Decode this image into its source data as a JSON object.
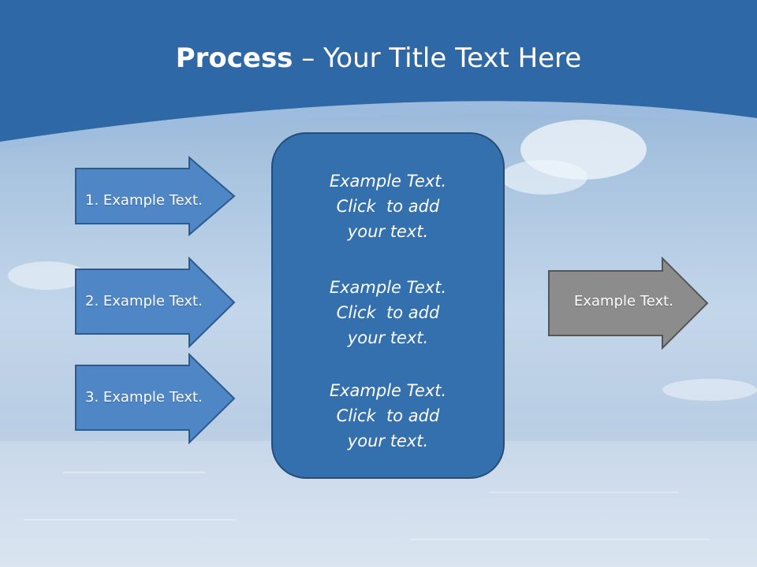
{
  "slide": {
    "title_bold": "Process",
    "title_rest": " – Your Title Text Here",
    "colors": {
      "header": "#2f68a6",
      "arrow_fill": "#4f86c6",
      "arrow_border": "#2a5a90",
      "box_fill": "#3470ad",
      "box_border": "#244d7a",
      "output_fill": "#8c8c8c",
      "output_border": "#555555"
    }
  },
  "inputs": [
    {
      "label": "1. Example Text."
    },
    {
      "label": "2. Example Text."
    },
    {
      "label": "3. Example Text."
    }
  ],
  "center": {
    "blocks": [
      {
        "line1": "Example Text.",
        "line2": "Click  to add",
        "line3": "your text."
      },
      {
        "line1": "Example Text.",
        "line2": "Click  to add",
        "line3": "your text."
      },
      {
        "line1": "Example Text.",
        "line2": "Click  to add",
        "line3": "your text."
      }
    ]
  },
  "output": {
    "label": "Example Text."
  }
}
